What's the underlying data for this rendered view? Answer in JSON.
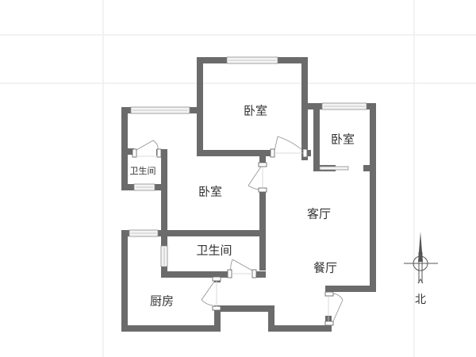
{
  "plan": {
    "type": "apartment floor plan",
    "colors": {
      "wall": "#6b6b6b",
      "background": "#ffffff",
      "grid": "#eeeeee",
      "text": "#333333"
    },
    "rooms": [
      {
        "id": "bedroom-north",
        "label": "卧室"
      },
      {
        "id": "bedroom-east",
        "label": "卧室"
      },
      {
        "id": "bedroom-center",
        "label": "卧室"
      },
      {
        "id": "bathroom-west",
        "label": "卫生间"
      },
      {
        "id": "bathroom-south",
        "label": "卫生间"
      },
      {
        "id": "living-room",
        "label": "客厅"
      },
      {
        "id": "dining-room",
        "label": "餐厅"
      },
      {
        "id": "kitchen",
        "label": "厨房"
      }
    ],
    "compass": {
      "label": "北",
      "icon": "north-arrow-icon"
    }
  }
}
